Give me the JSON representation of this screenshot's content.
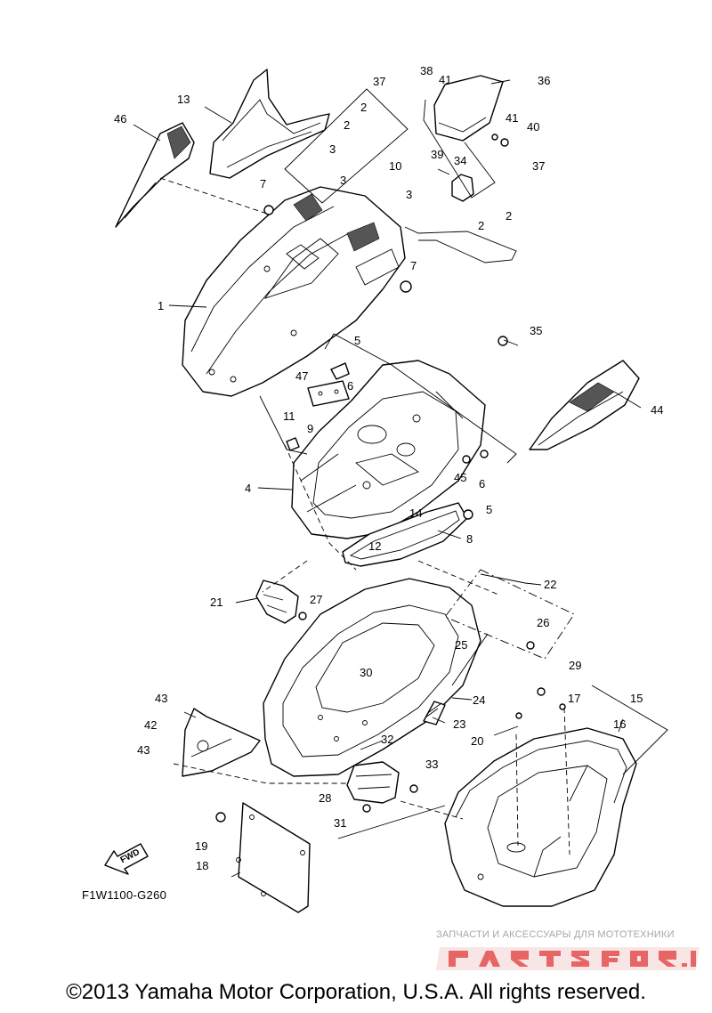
{
  "figure_code": "F1W1100-G260",
  "fwd_label": "FWD",
  "copyright": "©2013 Yamaha Motor Corporation, U.S.A. All rights reserved.",
  "watermark": {
    "caption": "ЗАПЧАСТИ И АКСЕССУАРЫ ДЛЯ МОТОТЕХНИКИ",
    "logo_text": "partsfor.ru",
    "logo_color": "#e23a3a"
  },
  "callouts": {
    "p1": "1",
    "p2a": "2",
    "p2b": "2",
    "p2c": "2",
    "p2d": "2",
    "p3a": "3",
    "p3b": "3",
    "p3c": "3",
    "p4": "4",
    "p5a": "5",
    "p5b": "5",
    "p6a": "6",
    "p6b": "6",
    "p7a": "7",
    "p7b": "7",
    "p8": "8",
    "p9": "9",
    "p10": "10",
    "p11": "11",
    "p12": "12",
    "p13": "13",
    "p14": "14",
    "p15": "15",
    "p16": "16",
    "p17": "17",
    "p18": "18",
    "p19": "19",
    "p20": "20",
    "p21": "21",
    "p22": "22",
    "p23": "23",
    "p24": "24",
    "p25": "25",
    "p26": "26",
    "p27": "27",
    "p28": "28",
    "p29": "29",
    "p30": "30",
    "p31": "31",
    "p32": "32",
    "p33": "33",
    "p34": "34",
    "p35": "35",
    "p36": "36",
    "p37a": "37",
    "p37b": "37",
    "p38": "38",
    "p39": "39",
    "p40": "40",
    "p41a": "41",
    "p41b": "41",
    "p42": "42",
    "p43a": "43",
    "p43b": "43",
    "p44": "44",
    "p45": "45",
    "p46": "46",
    "p47": "47"
  }
}
